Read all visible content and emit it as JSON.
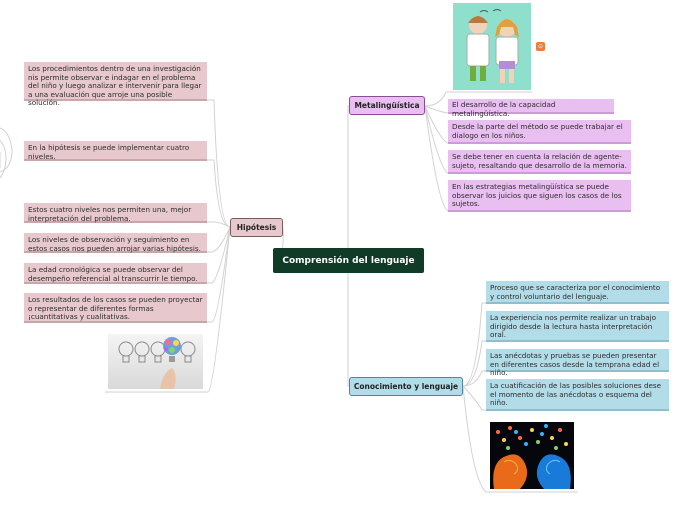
{
  "central": {
    "title": "Comprensión del lenguaje"
  },
  "hipotesis": {
    "label": "Hipótesis",
    "items": [
      "Los procedimientos dentro de una investigación nis permite observar e indagar en  el problema del niño y luego analizar e intervenir para llegar a una evaluación que arroje una posible solución.",
      "En la hipótesis se puede implementar cuatro niveles.",
      "Estos cuatro niveles nos permiten una, mejor interpretación del problema.",
      "Los niveles de observación y seguimiento en estos casos nos pueden arrojar varias hipótesis.",
      "La edad cronológica se  puede observar del desempeño referencial al transcurrir le tiempo.",
      "Los resultados de los casos se pueden proyectar o representar  de diferentes formas ¡cuantitativas y cualitativas."
    ]
  },
  "metalinguistica": {
    "label": "Metalingüística",
    "items": [
      "El desarrollo de la capacidad metalingüística.",
      "Desde la parte del método se puede trabajar el dialogo en los niños.",
      "Se debe tener en cuenta la relación de agente- sujeto, resaltando que  desarrollo de la memoria.",
      "En las estrategias metalingüística se puede observar los juicios que siguen los casos de los sujetos."
    ]
  },
  "conocimiento": {
    "label": "Conocimiento y lenguaje",
    "items": [
      "Proceso que  se caracteriza por el conocimiento y control voluntario  del lenguaje.",
      "La experiencia nos permite realizar un trabajo dirigido desde la lectura hasta interpretación oral.",
      "Las anécdotas y pruebas se pueden presentar en diferentes casos desde la temprana edad el niño.",
      "La cuatificación de las posibles soluciones  dese el momento de las anécdotas o esquema del niño."
    ]
  },
  "colors": {
    "central": "#0f3b27",
    "hipotesis": "#e7c9cd",
    "metalinguistica": "#e9bff1",
    "conocimiento": "#b2dce8"
  },
  "icons": {
    "kids_image": "kids-illustration",
    "bulbs_image": "lightbulbs-image",
    "brains_image": "brains-image",
    "link_icon": "link-icon"
  }
}
